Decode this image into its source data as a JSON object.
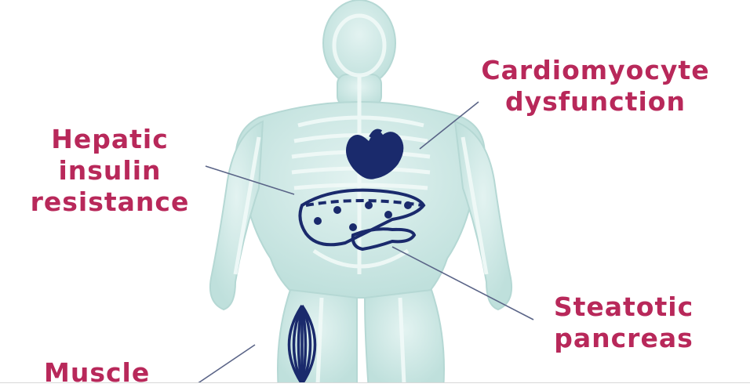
{
  "labels": {
    "cardio": [
      "Cardiomyocyte",
      "dysfunction"
    ],
    "hepatic": [
      "Hepatic",
      "insulin",
      "resistance"
    ],
    "steatotic": [
      "Steatotic",
      "pancreas"
    ],
    "muscle": [
      "Muscle"
    ]
  },
  "colors": {
    "label_text": "#b8285a",
    "body_fill": "#cfe9e6",
    "skeleton": "#eaf6f4",
    "organ": "#1a2a6c",
    "leader_line": "#5a6487"
  },
  "icons": {
    "heart": "heart-icon",
    "liver": "liver-icon",
    "pancreas": "pancreas-icon",
    "muscle": "muscle-icon"
  }
}
